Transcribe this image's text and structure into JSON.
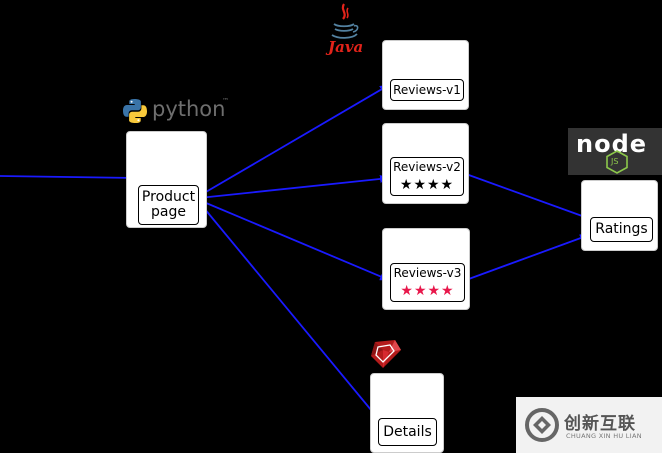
{
  "logos": {
    "python": "python",
    "java": "Java",
    "node": "node",
    "node_js": "JS"
  },
  "services": {
    "productpage": {
      "label_line1": "Product",
      "label_line2": "page"
    },
    "reviews_v1": {
      "label": "Reviews-v1"
    },
    "reviews_v2": {
      "label": "Reviews-v2",
      "stars": "★★★★",
      "star_color": "#000000"
    },
    "reviews_v3": {
      "label": "Reviews-v3",
      "stars": "★★★★",
      "star_color": "#e8174b"
    },
    "ratings": {
      "label": "Ratings"
    },
    "details": {
      "label": "Details"
    }
  },
  "colors": {
    "edge": "#1a1aff",
    "background": "#000000"
  },
  "watermark": {
    "text_zh": "创新互联",
    "text_en": "CHUANG XIN HU LIAN"
  }
}
